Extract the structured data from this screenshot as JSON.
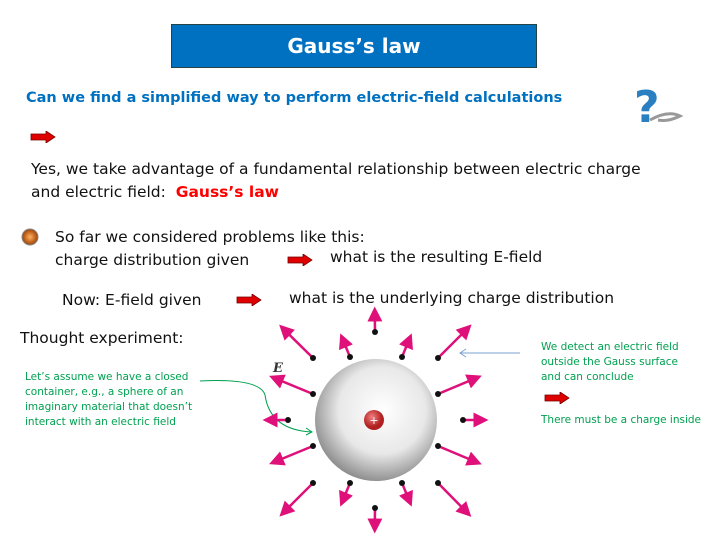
{
  "title": "Gauss’s law",
  "question": "Can we find a simplified way to perform electric-field calculations",
  "answer_line1": "Yes, we take advantage of a fundamental relationship between electric charge",
  "answer_line2": "and electric field:",
  "answer_highlight": "Gauss’s law",
  "sofar": "So far we considered problems like this:",
  "given": "charge distribution given",
  "result": "what is the resulting E-field",
  "now": "Now: E-field given",
  "now_result": "what is the underlying charge distribution",
  "thought": "Thought experiment:",
  "assume": [
    "Let’s assume we have a closed",
    "container, e.g., a sphere of an",
    "imaginary material that doesn’t",
    "interact with an electric field"
  ],
  "detect": [
    "We detect an electric field",
    "outside the Gauss surface",
    "and can conclude"
  ],
  "conclusion": "There must be a charge inside",
  "field_label": "E",
  "charge_sign": "+",
  "colors": {
    "title_bg": "#0070c0",
    "highlight": "#ff0000",
    "note": "#00a050",
    "field": "#e0107a"
  }
}
